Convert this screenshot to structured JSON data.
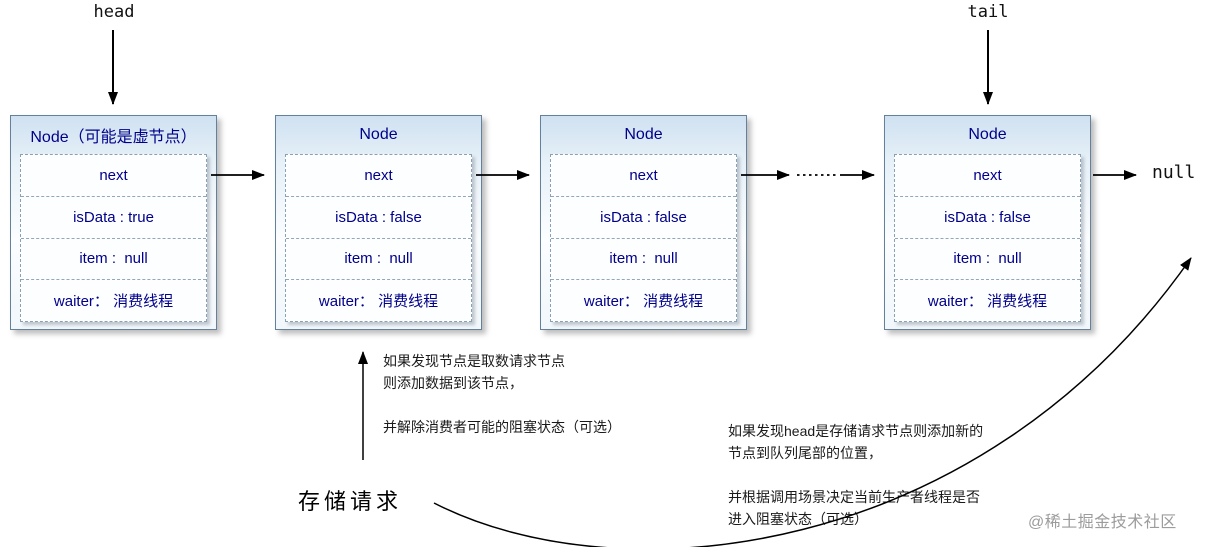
{
  "pointers": {
    "head": "head",
    "tail": "tail",
    "null_label": "null"
  },
  "nodes": [
    {
      "title": "Node（可能是虚节点）",
      "fields": [
        "next",
        "isData : true",
        "item :  null",
        "waiter： 消费线程"
      ]
    },
    {
      "title": "Node",
      "fields": [
        "next",
        "isData : false",
        "item :  null",
        "waiter： 消费线程"
      ]
    },
    {
      "title": "Node",
      "fields": [
        "next",
        "isData : false",
        "item :  null",
        "waiter： 消费线程"
      ]
    },
    {
      "title": "Node",
      "fields": [
        "next",
        "isData : false",
        "item :  null",
        "waiter： 消费线程"
      ]
    }
  ],
  "annotations": {
    "take_request_note": "如果发现节点是取数请求节点\n则添加数据到该节点，\n\n并解除消费者可能的阻塞状态（可选）",
    "store_request_label": "存储请求",
    "store_request_note": "如果发现head是存储请求节点则添加新的\n节点到队列尾部的位置，\n\n并根据调用场景决定当前生产者线程是否\n进入阻塞状态（可选）"
  },
  "watermark": "@稀土掘金技术社区",
  "colors": {
    "node_text": "#00008b",
    "arrow": "#000000",
    "node_header_bg": "#cfe1f1",
    "watermark": "#9c9c9c"
  }
}
